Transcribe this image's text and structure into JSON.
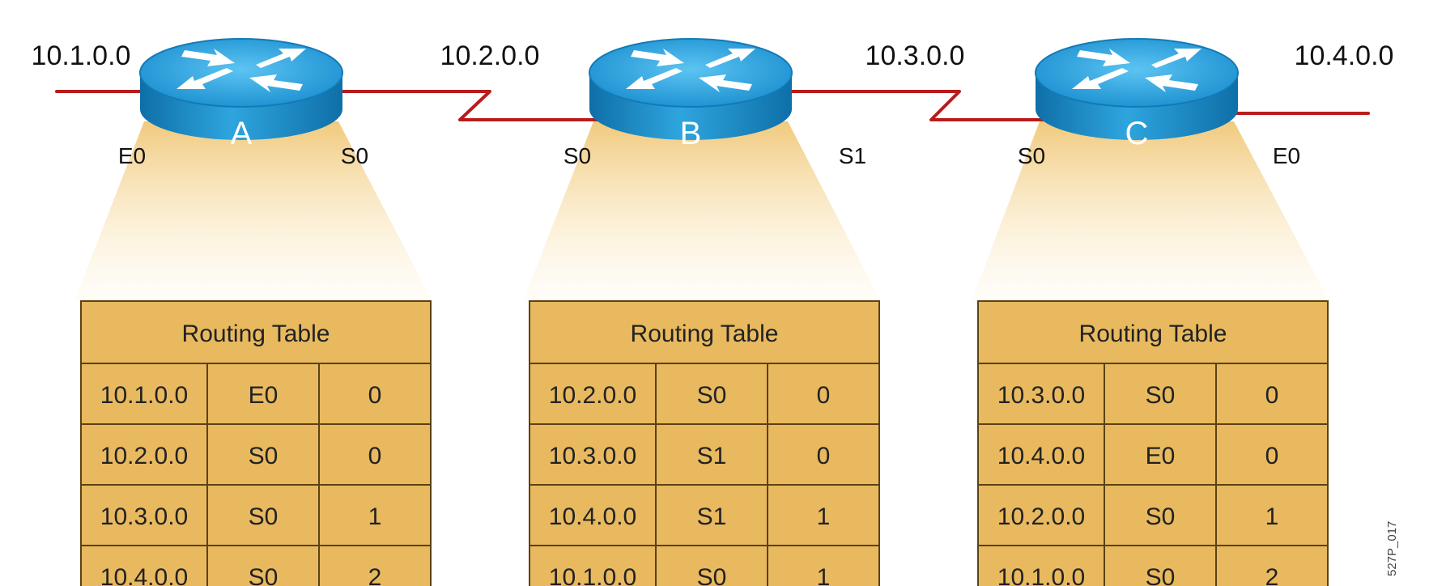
{
  "colors": {
    "link": "#b81c1c",
    "router_top": "#2b9fd9",
    "router_side": "#1a7fba",
    "table_fill": "#e8b95f",
    "table_border": "#5a4214",
    "spotlight": "#f5d68f"
  },
  "networks": [
    "10.1.0.0",
    "10.2.0.0",
    "10.3.0.0",
    "10.4.0.0"
  ],
  "routers": [
    {
      "name": "A",
      "icon": "router-icon",
      "ports": {
        "left": "E0",
        "right": "S0"
      },
      "table": {
        "title": "Routing Table",
        "rows": [
          [
            "10.1.0.0",
            "E0",
            "0"
          ],
          [
            "10.2.0.0",
            "S0",
            "0"
          ],
          [
            "10.3.0.0",
            "S0",
            "1"
          ],
          [
            "10.4.0.0",
            "S0",
            "2"
          ]
        ]
      }
    },
    {
      "name": "B",
      "icon": "router-icon",
      "ports": {
        "left": "S0",
        "right": "S1"
      },
      "table": {
        "title": "Routing Table",
        "rows": [
          [
            "10.2.0.0",
            "S0",
            "0"
          ],
          [
            "10.3.0.0",
            "S1",
            "0"
          ],
          [
            "10.4.0.0",
            "S1",
            "1"
          ],
          [
            "10.1.0.0",
            "S0",
            "1"
          ]
        ]
      }
    },
    {
      "name": "C",
      "icon": "router-icon",
      "ports": {
        "left": "S0",
        "right": "E0"
      },
      "table": {
        "title": "Routing Table",
        "rows": [
          [
            "10.3.0.0",
            "S0",
            "0"
          ],
          [
            "10.4.0.0",
            "E0",
            "0"
          ],
          [
            "10.2.0.0",
            "S0",
            "1"
          ],
          [
            "10.1.0.0",
            "S0",
            "2"
          ]
        ]
      }
    }
  ],
  "figure_code": "527P_017"
}
